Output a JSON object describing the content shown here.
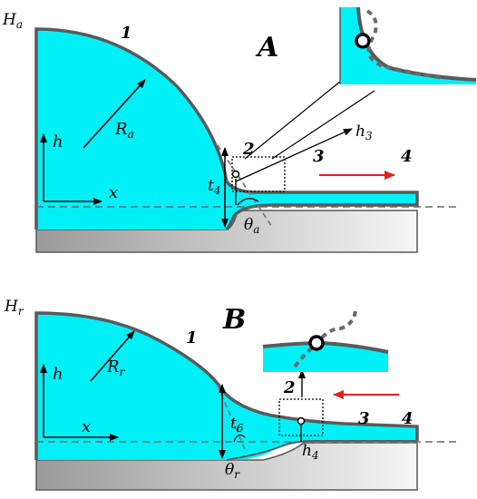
{
  "panel_a": {
    "letter": "A",
    "height_label": "H",
    "height_sub": "a",
    "radius_label": "R",
    "radius_sub": "a",
    "thickness_label": "t",
    "thickness_sub": "4",
    "angle_label": "θ",
    "angle_sub": "a",
    "probe_label": "h",
    "probe_sub": "3",
    "axis_y": "h",
    "axis_x": "x",
    "regions": [
      "1",
      "2",
      "3",
      "4"
    ]
  },
  "panel_b": {
    "letter": "B",
    "height_label": "H",
    "height_sub": "r",
    "radius_label": "R",
    "radius_sub": "r",
    "thickness_label": "t",
    "thickness_sub": "6",
    "angle_label": "θ",
    "angle_sub": "r",
    "probe_label": "h",
    "probe_sub": "4",
    "axis_y": "h",
    "axis_x": "x",
    "regions": [
      "1",
      "2",
      "3",
      "4"
    ]
  },
  "colors": {
    "fluid": "#00f0f8",
    "outline": "#5a5a5a",
    "arrow_red": "#e02020",
    "substrate_dark": "#a0a0a0",
    "substrate_light": "#f4f4f4"
  }
}
